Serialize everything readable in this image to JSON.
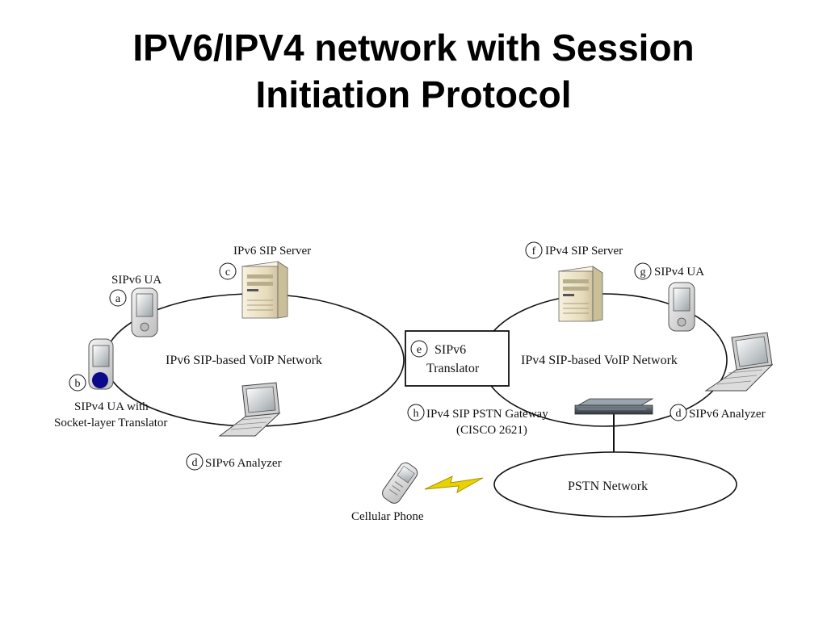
{
  "slide": {
    "title_line1": "IPV6/IPV4 network with Session",
    "title_line2": "Initiation Protocol"
  },
  "diagram": {
    "networks": {
      "ipv6": "IPv6 SIP-based VoIP Network",
      "ipv4": "IPv4 SIP-based VoIP Network",
      "pstn": "PSTN Network"
    },
    "translator": {
      "line1": "SIPv6",
      "line2": "Translator",
      "marker": "e"
    },
    "nodes": {
      "sipv6_ua": {
        "marker": "a",
        "label": "SIPv6 UA"
      },
      "sipv4_ua_translator": {
        "marker": "b",
        "line1": "SIPv4 UA with",
        "line2": "Socket-layer Translator"
      },
      "ipv6_server": {
        "marker": "c",
        "label": "IPv6 SIP Server"
      },
      "sipv6_analyzer_left": {
        "marker": "d",
        "label": "SIPv6 Analyzer"
      },
      "ipv4_server": {
        "marker": "f",
        "label": "IPv4 SIP Server"
      },
      "sipv4_ua": {
        "marker": "g",
        "label": "SIPv4 UA"
      },
      "sipv6_analyzer_right": {
        "marker": "d",
        "label": "SIPv6 Analyzer"
      },
      "pstn_gateway": {
        "marker": "h",
        "line1": "IPv4 SIP PSTN Gateway",
        "line2": "(CISCO 2621)"
      },
      "cellular_phone": {
        "label": "Cellular Phone"
      }
    },
    "colors": {
      "line": "#111111",
      "server_body": "#efe6cc",
      "pda_body": "#e4e4e4",
      "laptop_body": "#d8d8d8",
      "gateway_body": "#4a5560",
      "lightning": "#e8d200",
      "ua_dot": "#0a0a8a"
    }
  }
}
